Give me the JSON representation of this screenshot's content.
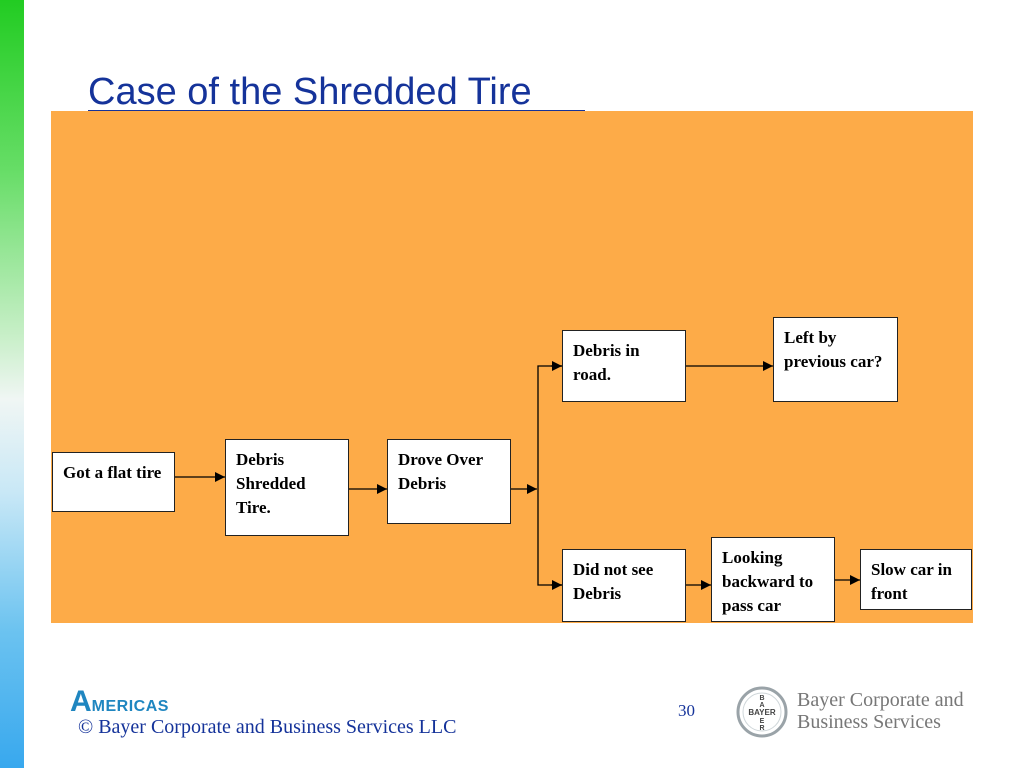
{
  "slide": {
    "title": "Case of the Shredded Tire",
    "page_number": "30"
  },
  "diagram": {
    "background_color": "#fdab48",
    "nodes": {
      "got_flat_tire": "Got a flat tire",
      "debris_shredded_tire": "Debris Shredded Tire.",
      "drove_over_debris": "Drove Over Debris",
      "debris_in_road": "Debris in road.",
      "left_by_previous_car": "Left by previous car?",
      "did_not_see_debris": "Did not see Debris",
      "looking_backward": "Looking backward to pass car",
      "slow_car_in_front": "Slow car in front"
    },
    "edges": [
      [
        "got_flat_tire",
        "debris_shredded_tire"
      ],
      [
        "debris_shredded_tire",
        "drove_over_debris"
      ],
      [
        "drove_over_debris",
        "debris_in_road"
      ],
      [
        "drove_over_debris",
        "did_not_see_debris"
      ],
      [
        "debris_in_road",
        "left_by_previous_car"
      ],
      [
        "did_not_see_debris",
        "looking_backward"
      ],
      [
        "looking_backward",
        "slow_car_in_front"
      ]
    ]
  },
  "footer": {
    "logo_initial": "A",
    "logo_rest": "MERICAS",
    "copyright": "© Bayer Corporate and Business Services LLC",
    "bayer_logo_text": "BAYER",
    "company_name_line1": "Bayer Corporate and",
    "company_name_line2": "Business Services"
  }
}
